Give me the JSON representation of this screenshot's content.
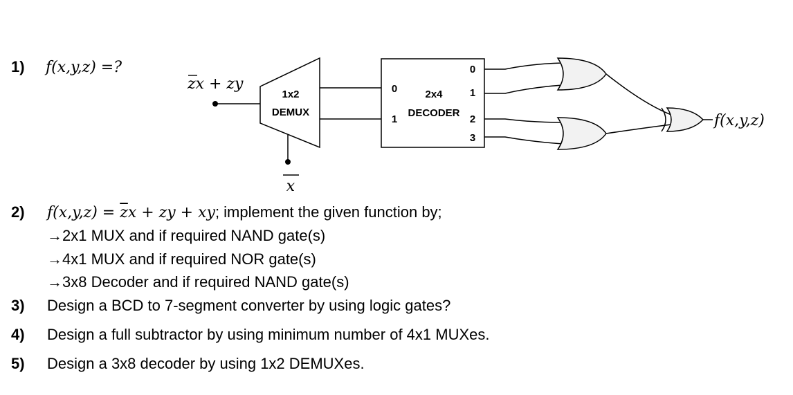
{
  "questions": [
    {
      "number": "1)",
      "formula": "f(x,y,z) =?"
    },
    {
      "number": "2)",
      "formula_lhs": "f(x,y,z) = ",
      "formula_z": "z",
      "formula_rest": "x + zy + xy",
      "text": "; implement the given function by;"
    },
    {
      "number": "3)",
      "text": "Design a BCD to 7-segment converter by using logic gates?"
    },
    {
      "number": "4)",
      "text": "Design a full subtractor by using minimum number of 4x1 MUXes."
    },
    {
      "number": "5)",
      "text": "Design a 3x8 decoder by using 1x2 DEMUXes."
    }
  ],
  "sub_items": [
    {
      "arrow": "→",
      "text": "2x1 MUX and if required NAND gate(s)"
    },
    {
      "arrow": "→",
      "text": "4x1 MUX and if required NOR gate(s)"
    },
    {
      "arrow": "→",
      "text": "3x8 Decoder and if required NAND gate(s)"
    }
  ],
  "diagram": {
    "input_label_z": "z",
    "input_label_rest": "x + zy",
    "select_label": "x",
    "demux": {
      "line1": "1x2",
      "line2": "DEMUX"
    },
    "decoder": {
      "line1": "2x4",
      "line2": "DECODER",
      "inputs": [
        "0",
        "1"
      ],
      "outputs": [
        "0",
        "1",
        "2",
        "3"
      ]
    },
    "output_label": "f(x,y,z)"
  },
  "colors": {
    "gate_fill": "#f2f2f2",
    "stroke": "#000000"
  }
}
